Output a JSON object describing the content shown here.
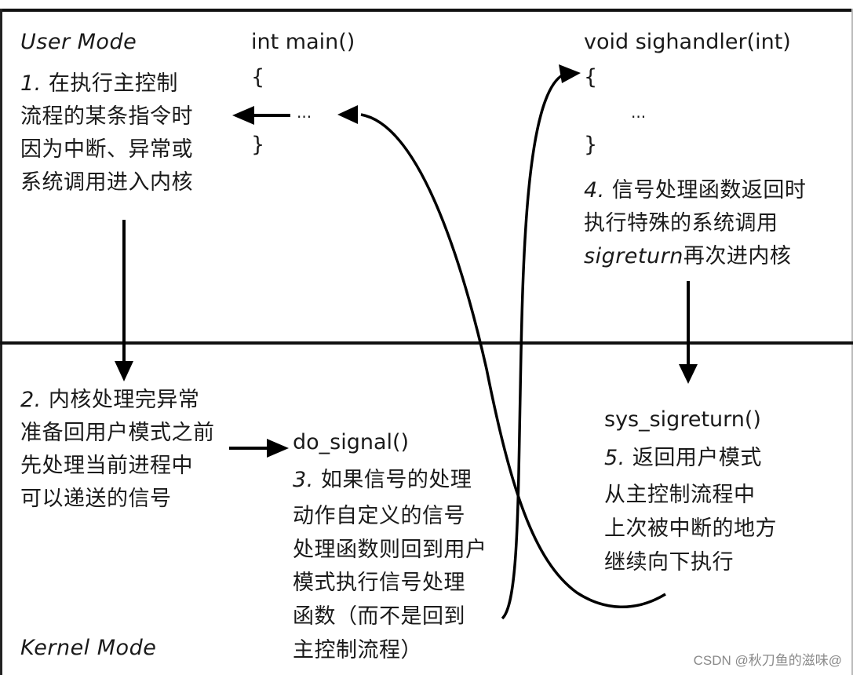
{
  "regions": {
    "user_mode_label": "User Mode",
    "kernel_mode_label": "Kernel Mode"
  },
  "code": {
    "main_signature": "int main()",
    "main_open": "{",
    "main_body": "...",
    "main_close": "}",
    "handler_signature": "void sighandler(int)",
    "handler_open": "{",
    "handler_body": "...",
    "handler_close": "}",
    "do_signal": "do_signal()",
    "sys_sigreturn": "sys_sigreturn()"
  },
  "steps": {
    "step1": {
      "number": "1.",
      "lines": [
        "在执行主控制",
        "流程的某条指令时",
        "因为中断、异常或",
        "系统调用进入内核"
      ]
    },
    "step2": {
      "number": "2.",
      "lines": [
        "内核处理完异常",
        "准备回用户模式之前",
        "先处理当前进程中",
        "可以递送的信号"
      ]
    },
    "step3": {
      "number": "3.",
      "lines": [
        "如果信号的处理",
        "动作自定义的信号",
        "处理函数则回到用户",
        "模式执行信号处理",
        "函数（而不是回到",
        "主控制流程）"
      ]
    },
    "step4": {
      "number": "4.",
      "lines": [
        "信号处理函数返回时",
        "执行特殊的系统调用"
      ],
      "italic_word": "sigreturn",
      "last_line_suffix": "再次进内核"
    },
    "step5": {
      "number": "5.",
      "lines": [
        "返回用户模式",
        "从主控制流程中",
        "上次被中断的地方",
        "继续向下执行"
      ]
    }
  },
  "watermark": "CSDN @秋刀鱼的滋味@"
}
